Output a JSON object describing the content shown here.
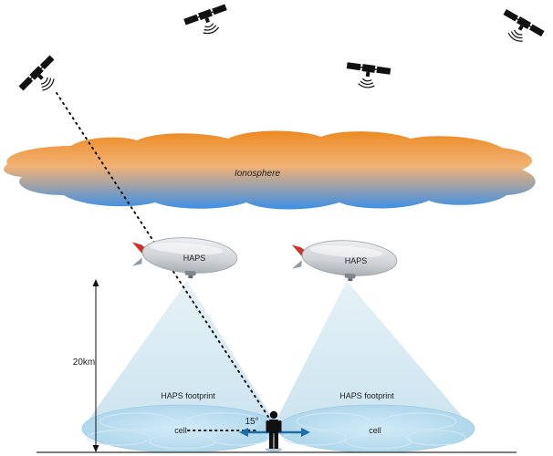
{
  "labels": {
    "ionosphere": "Ionosphere",
    "haps_left": "HAPS",
    "haps_right": "HAPS",
    "footprint_left": "HAPS footprint",
    "footprint_right": "HAPS footprint",
    "cell_left": "cell",
    "cell_right": "cell",
    "angle": "15°",
    "altitude": "20km"
  },
  "icons": {
    "satellite": "satellite-icon",
    "airship": "airship-icon",
    "person": "person-icon"
  },
  "colors": {
    "ionosphere_top": "#e8892a",
    "ionosphere_bottom": "#3b8ee6",
    "footprint": "#cfe6f0",
    "cell": "#b9dcef",
    "arrow": "#1d6fa8",
    "airship_body": "#d7dadd",
    "airship_fin": "#c9342c"
  }
}
